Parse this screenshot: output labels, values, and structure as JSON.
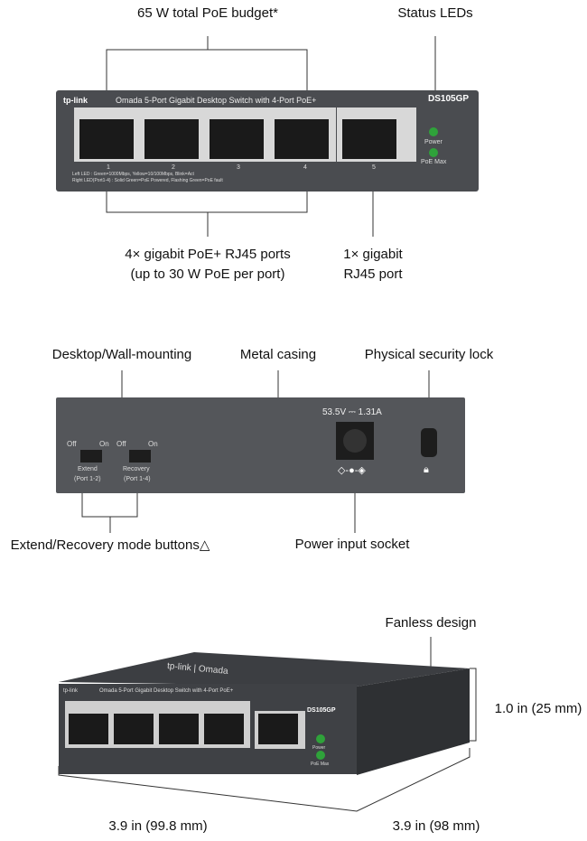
{
  "front": {
    "callout_budget": "65 W total PoE budget*",
    "callout_leds": "Status LEDs",
    "callout_poe_ports_1": "4× gigabit PoE+ RJ45 ports",
    "callout_poe_ports_2": "(up to 30 W PoE per port)",
    "callout_port5_1": "1× gigabit",
    "callout_port5_2": "RJ45 port",
    "brand": "tp-link",
    "product_name": "Omada 5-Port Gigabit Desktop Switch with 4-Port PoE+",
    "model": "DS105GP",
    "port_numbers": [
      "1",
      "2",
      "3",
      "4",
      "5"
    ],
    "led_power": "Power",
    "led_poemax": "PoE Max",
    "legend_1": "Left LED : Green=1000Mbps, Yellow=10/100Mbps, Blink=Act",
    "legend_2": "Right LED(Port1-4) : Solid Green=PoE Powered, Flashing Green=PoE fault"
  },
  "back": {
    "callout_mounting": "Desktop/Wall-mounting",
    "callout_casing": "Metal casing",
    "callout_lock": "Physical security lock",
    "callout_buttons": "Extend/Recovery mode buttons△",
    "callout_power": "Power input socket",
    "power_rating": "53.5V ⎓ 1.31A",
    "off": "Off",
    "on": "On",
    "extend_1": "Extend",
    "extend_2": "(Port 1-2)",
    "recovery_1": "Recovery",
    "recovery_2": "(Port 1-4)"
  },
  "iso": {
    "callout_fanless": "Fanless design",
    "height": "1.0 in (25 mm)",
    "width": "3.9 in (99.8 mm)",
    "depth": "3.9 in (98 mm)",
    "top_logo": "tp-link | Omada",
    "brand": "tp-link",
    "product_name": "Omada 5-Port Gigabit Desktop Switch with 4-Port PoE+",
    "model": "DS105GP",
    "led_power": "Power",
    "led_poemax": "PoE Max"
  },
  "colors": {
    "body": "#4a4c50",
    "led": "#2fa23a",
    "line": "#333333"
  }
}
